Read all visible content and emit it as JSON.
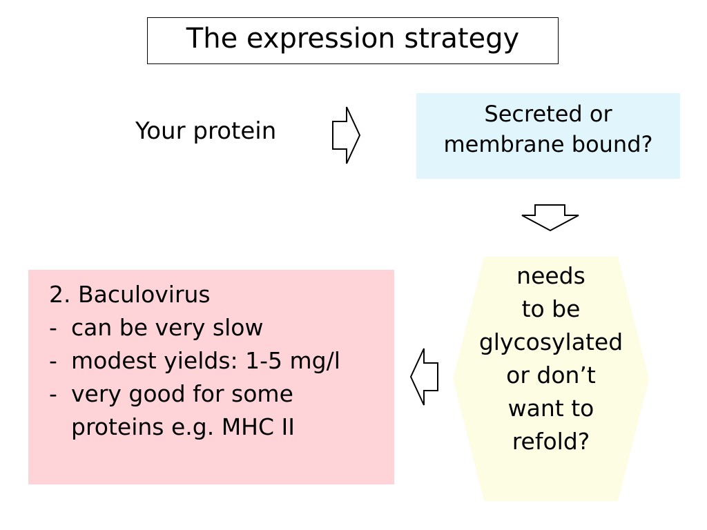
{
  "title": "The expression strategy",
  "start_label": "Your protein",
  "question1": {
    "line1": "Secreted or",
    "line2": "membrane bound?",
    "fill": "#e1f5fc"
  },
  "question2": {
    "lines": [
      "needs",
      "to be",
      "glycosylated",
      "or don’t",
      "want to",
      "refold?"
    ],
    "fill": "#fdfde4"
  },
  "result": {
    "heading": "2. Baculovirus",
    "bullet_marker": "-",
    "bullets": [
      "can be very slow",
      "modest yields: 1-5 mg/l",
      "very good for some",
      "proteins e.g. MHC II"
    ],
    "fill": "#ffd4d9"
  },
  "arrows": {
    "stroke": "#000000",
    "fill": "#ffffff",
    "icons": [
      "arrow-right-icon",
      "arrow-down-icon",
      "arrow-left-icon"
    ]
  }
}
